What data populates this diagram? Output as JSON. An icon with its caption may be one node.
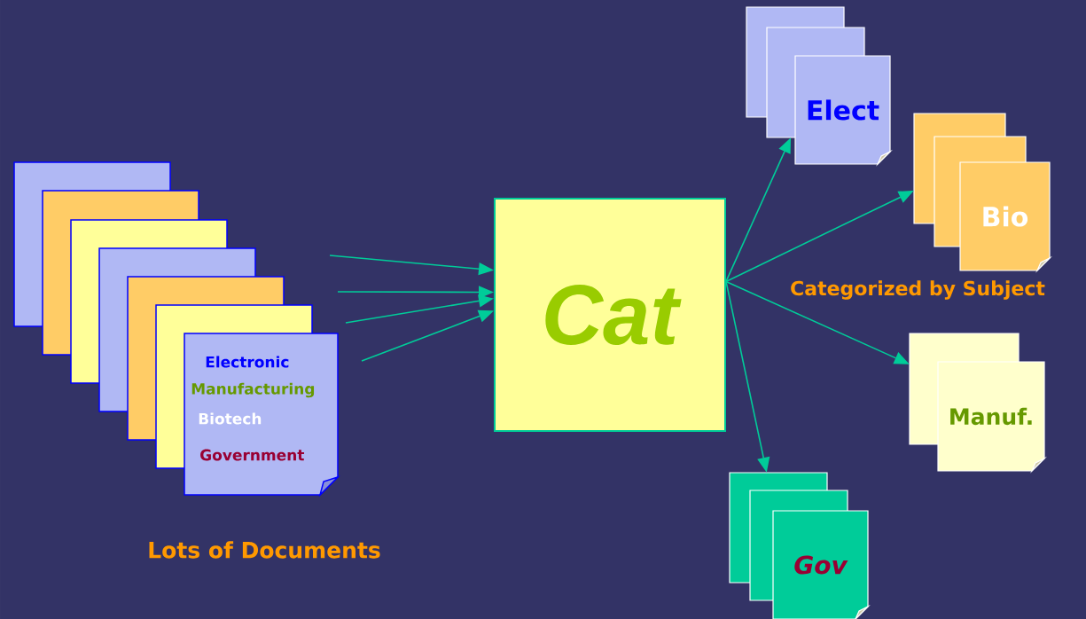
{
  "diagram": {
    "nodes": [
      {
        "text": [],
        "shape": "box"
      },
      {
        "text": [],
        "shape": "box"
      },
      {
        "text": [],
        "shape": "box"
      },
      {
        "text": [],
        "shape": "box"
      },
      {
        "text": [],
        "shape": "box"
      },
      {
        "text": [],
        "shape": "box"
      },
      {
        "text": [
          "Electronic",
          "Manufacturing",
          "Biotech",
          "Government"
        ]
      },
      {
        "text": [
          "Cat"
        ]
      },
      {
        "text": [],
        "shape": "box"
      },
      {
        "text": [],
        "shape": "box"
      },
      {
        "text": [
          "Elect"
        ]
      },
      {
        "text": [],
        "shape": "box"
      },
      {
        "text": [],
        "shape": "box"
      },
      {
        "text": [
          "Bio"
        ]
      },
      {
        "text": [],
        "shape": "box"
      },
      {
        "text": [
          "Manuf."
        ]
      },
      {
        "text": [],
        "shape": "box"
      },
      {
        "text": [],
        "shape": "box"
      },
      {
        "text": [
          "Gov"
        ]
      }
    ],
    "edges": [
      {
        "from": null,
        "to": 7,
        "arrow": "to"
      },
      {
        "from": null,
        "to": 7,
        "arrow": "to"
      },
      {
        "from": null,
        "to": 7,
        "arrow": "to"
      },
      {
        "from": null,
        "to": 7,
        "arrow": "to"
      },
      {
        "from": 7,
        "to": 9,
        "arrow": "to"
      },
      {
        "from": 7,
        "to": 11,
        "arrow": "to"
      },
      {
        "from": 7,
        "to": 14,
        "arrow": "to"
      },
      {
        "from": 7,
        "to": 16,
        "arrow": "to"
      }
    ],
    "labels": [
      "Lots of Documents",
      "Categorized by Subject"
    ]
  }
}
